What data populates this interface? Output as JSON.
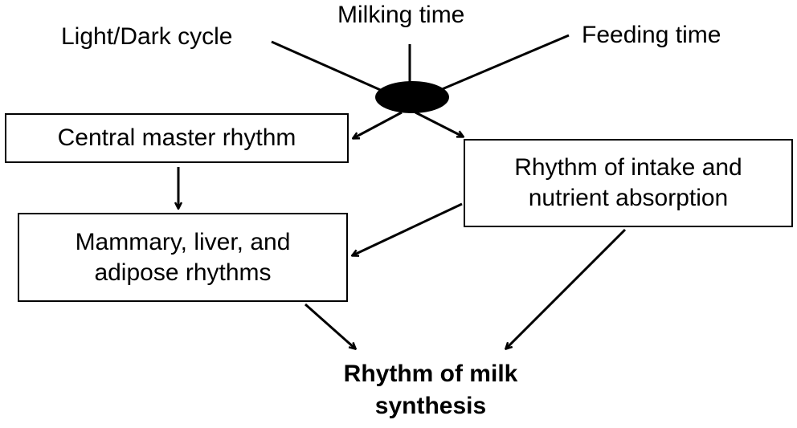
{
  "inputs": {
    "light_dark": "Light/Dark cycle",
    "milking": "Milking time",
    "feeding": "Feeding time"
  },
  "boxes": {
    "central": "Central master rhythm",
    "intake": "Rhythm of intake and\nnutrient absorption",
    "tissues": "Mammary, liver, and\nadipose rhythms"
  },
  "output": {
    "milk": "Rhythm of milk\nsynthesis"
  },
  "colors": {
    "line": "#000000",
    "node": "#000000",
    "background": "#ffffff"
  }
}
